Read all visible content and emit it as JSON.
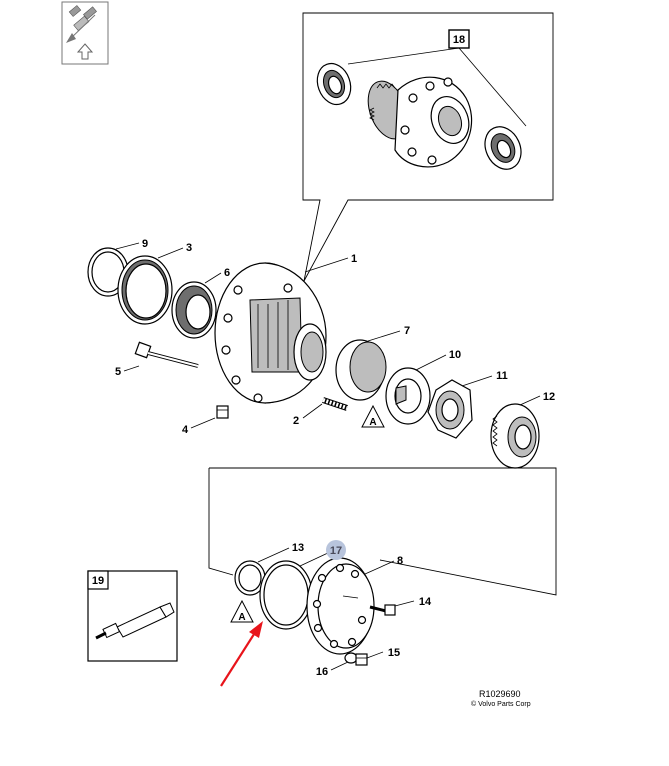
{
  "nav_icon": {
    "name": "navigate-up-icon"
  },
  "detail_box_top": {
    "label": "18"
  },
  "detail_box_tool": {
    "label": "19"
  },
  "callouts": {
    "p1": "1",
    "p2": "2",
    "p3": "3",
    "p4": "4",
    "p5": "5",
    "p6": "6",
    "p7": "7",
    "p8": "8",
    "p9": "9",
    "p10": "10",
    "p11": "11",
    "p12": "12",
    "p13": "13",
    "p14": "14",
    "p15": "15",
    "p16": "16",
    "p17": "17"
  },
  "warning_triangles": {
    "upper": "A",
    "lower": "A"
  },
  "footer": {
    "ref": "R1029690",
    "copyright": "© Volvo Parts Corp"
  },
  "colors": {
    "highlight_badge": "#b8c4dc",
    "arrow": "#e8141b",
    "line": "#000000"
  }
}
